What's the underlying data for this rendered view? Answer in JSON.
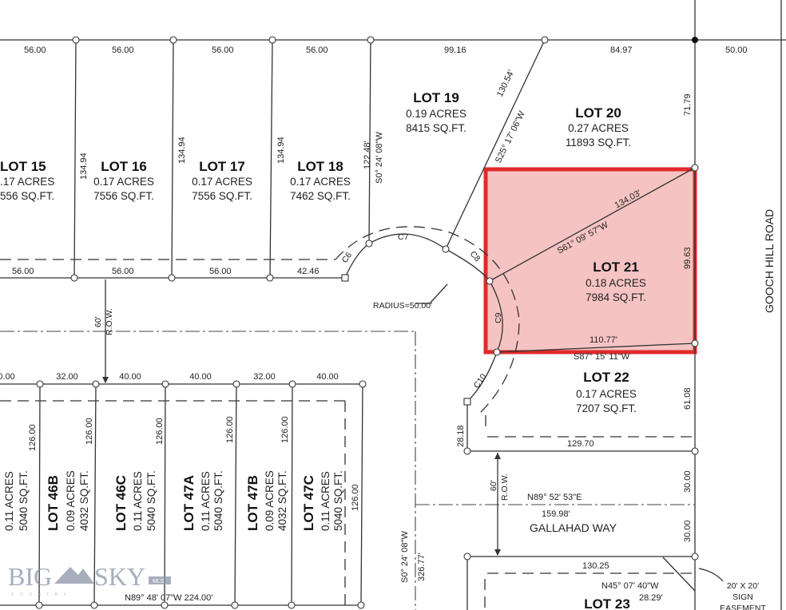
{
  "highlight": {
    "fill": "#f6c3c3",
    "stroke": "#e02a2a"
  },
  "top_dims": [
    "56.00",
    "56.00",
    "56.00",
    "56.00",
    "99.16",
    "84.97",
    "50.00"
  ],
  "mid_dims": [
    "56.00",
    "56.00",
    "56.00",
    "42.46"
  ],
  "side_dims": {
    "l16": "134.94",
    "l17": "134.94",
    "l18": "134.94",
    "l18b": "122.48'",
    "l18brg": "S0° 24' 08\"W",
    "l19len": "130.54'",
    "l19brg": "S25° 17' 06\"W",
    "l20": "71.79",
    "l21": "99.63",
    "l22": "61.08",
    "l22w": "28.18",
    "l22b": "129.70",
    "r1": "30.00",
    "r2": "30.00"
  },
  "lots": {
    "l15": {
      "name": "LOT 15",
      "acres": ".17 ACRES",
      "sqft": "556 SQ.FT."
    },
    "l16": {
      "name": "LOT 16",
      "acres": "0.17 ACRES",
      "sqft": "7556 SQ.FT."
    },
    "l17": {
      "name": "LOT 17",
      "acres": "0.17 ACRES",
      "sqft": "7556 SQ.FT."
    },
    "l18": {
      "name": "LOT 18",
      "acres": "0.17 ACRES",
      "sqft": "7462 SQ.FT."
    },
    "l19": {
      "name": "LOT 19",
      "acres": "0.19 ACRES",
      "sqft": "8415 SQ.FT."
    },
    "l20": {
      "name": "LOT 20",
      "acres": "0.27 ACRES",
      "sqft": "11893 SQ.FT."
    },
    "l21": {
      "name": "LOT 21",
      "acres": "0.18 ACRES",
      "sqft": "7984 SQ.FT."
    },
    "l22": {
      "name": "LOT 22",
      "acres": "0.17 ACRES",
      "sqft": "7207 SQ.FT."
    },
    "l23": {
      "name": "LOT 23"
    },
    "l46a": {
      "acres": "0.11 ACRES",
      "sqft": "5040 SQ.FT."
    },
    "l46b": {
      "name": "LOT 46B",
      "acres": "0.09 ACRES",
      "sqft": "4032 SQ.FT."
    },
    "l46c": {
      "name": "LOT 46C",
      "acres": "0.11 ACRES",
      "sqft": "5040 SQ.FT."
    },
    "l47a": {
      "name": "LOT 47A",
      "acres": "0.11 ACRES",
      "sqft": "5040 SQ.FT."
    },
    "l47b": {
      "name": "LOT 47B",
      "acres": "0.09 ACRES",
      "sqft": "4032 SQ.FT."
    },
    "l47c": {
      "name": "LOT 47C",
      "acres": "0.11 ACRES",
      "sqft": "5040 SQ.FT."
    }
  },
  "l21_diag": {
    "len": "134.03'",
    "brg": "S61° 09' 57\"W"
  },
  "l21_south": {
    "len": "110.77'",
    "brg": "S87° 15' 11\"W"
  },
  "curves": [
    "C6",
    "C7",
    "C8",
    "C9",
    "C10"
  ],
  "radius": "RADIUS=50.00'",
  "row": {
    "a": "60'",
    "b": "R.O.W."
  },
  "lower_dims": [
    "0.00",
    "32.00",
    "40.00",
    "40.00",
    "32.00",
    "40.00"
  ],
  "lower_depth": "126.00",
  "lower_bearing": "N89° 48' 07\"W  224.00'",
  "gallahad": {
    "name": "GALLAHAD WAY",
    "brg": "N89° 52' 53\"E",
    "len": "159.98'",
    "west_brg": "S0° 24' 08\"W",
    "west_len": "326.77'"
  },
  "lot23_dims": {
    "north": "130.25",
    "diag_brg": "N45° 07' 40\"W",
    "diag_len": "28.29'"
  },
  "easement": [
    "20' X 20'",
    "SIGN",
    "EASEMENT"
  ],
  "gooch": "GOOCH HILL ROAD",
  "watermark": {
    "big": "BIG",
    "sky": "SKY",
    "sub": "C O U N T R Y",
    "mls": "MLS"
  }
}
